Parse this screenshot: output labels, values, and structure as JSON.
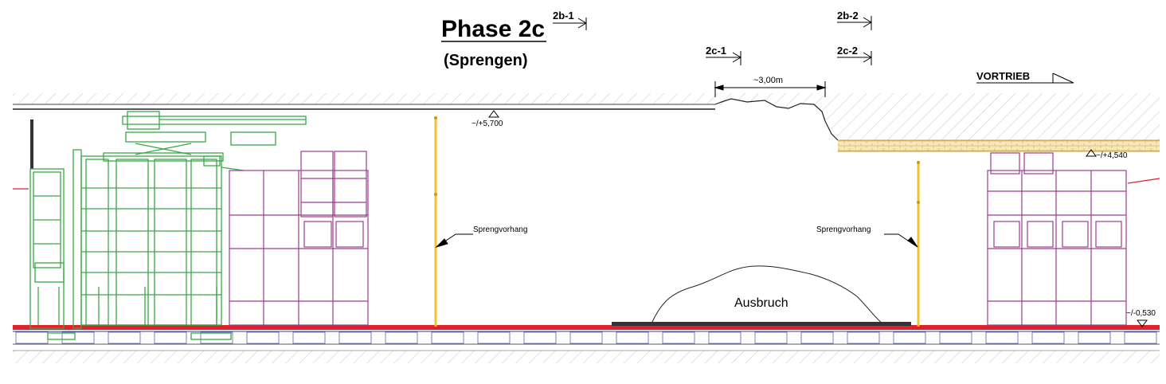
{
  "title": "Phase 2c",
  "subtitle": "(Sprengen)",
  "sections": {
    "s2b1": "2b-1",
    "s2b2": "2b-2",
    "s2c1": "2c-1",
    "s2c2": "2c-2"
  },
  "dimension": "~3,00m",
  "direction": "VORTRIEB",
  "elevations": {
    "crown_left": "~/+5,700",
    "crown_right": "~/+4,540",
    "floor_right": "~/-0,530"
  },
  "labels": {
    "curtain_left": "Sprengvorhang",
    "curtain_right": "Sprengvorhang",
    "muck": "Ausbruch"
  },
  "colors": {
    "machine": "#3aa848",
    "formwork": "#9b3c8f",
    "curtain": "#f2c12e",
    "floor": "#e0202a",
    "shotcrete": "#e8c97a",
    "hatch": "#bdbdbd"
  }
}
